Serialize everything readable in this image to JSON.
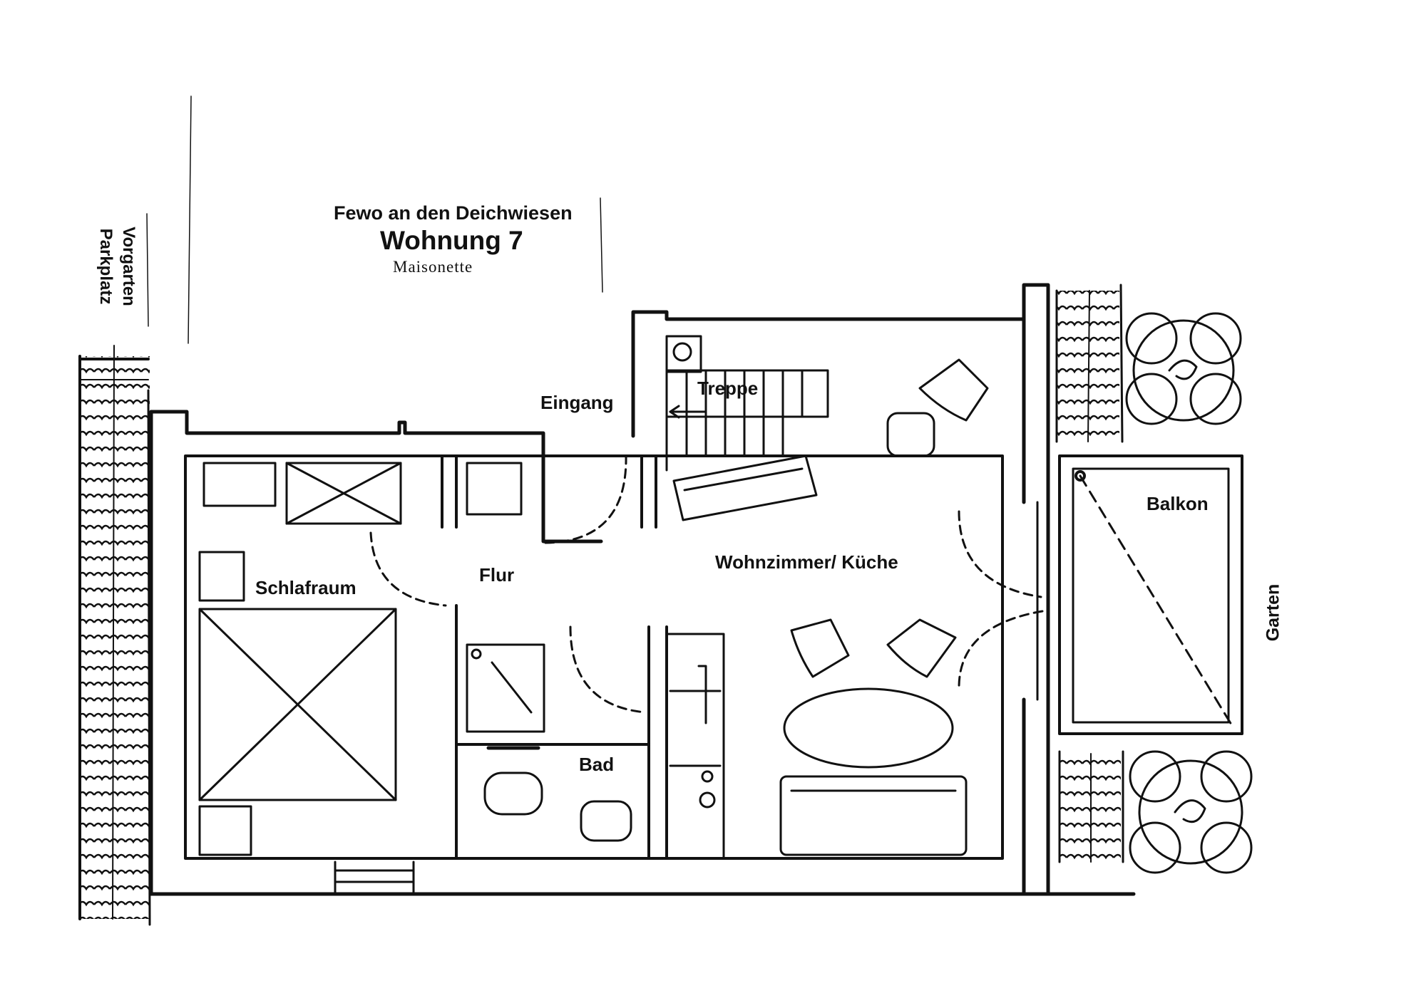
{
  "header": {
    "subtitle": "Fewo an den Deichwiesen",
    "title": "Wohnung 7",
    "type": "Maisonette"
  },
  "rooms": {
    "schlafraum": "Schlafraum",
    "flur": "Flur",
    "eingang": "Eingang",
    "treppe": "Treppe",
    "wohnzimmer": "Wohnzimmer/ Küche",
    "bad": "Bad",
    "balkon": "Balkon"
  },
  "outside": {
    "garden": "Garten",
    "front_lines": [
      "Parkplatz",
      "Vorgarten"
    ]
  },
  "colors": {
    "ink": "#111111",
    "paper": "#ffffff"
  }
}
